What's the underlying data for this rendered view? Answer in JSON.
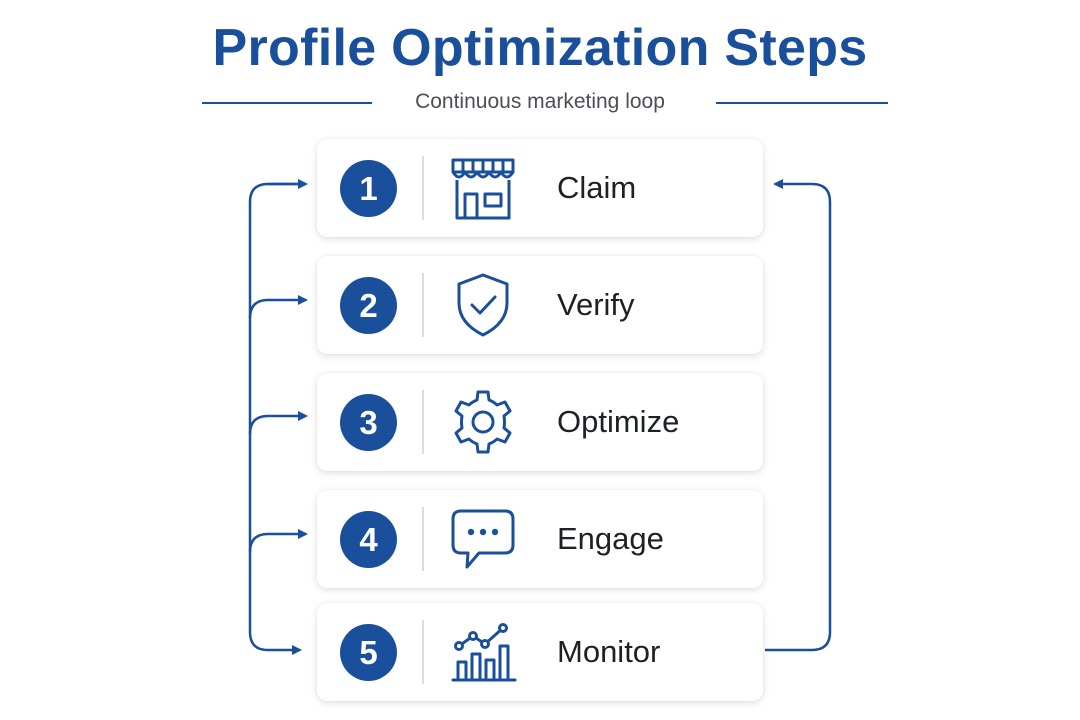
{
  "title": "Profile Optimization Steps",
  "subtitle": "Continuous marketing loop",
  "colors": {
    "accent": "#1a4f9c",
    "text": "#1d2126",
    "subtitle": "#4a4f57",
    "card_bg": "#ffffff"
  },
  "steps": [
    {
      "number": "1",
      "label": "Claim",
      "icon": "storefront-icon"
    },
    {
      "number": "2",
      "label": "Verify",
      "icon": "shield-check-icon"
    },
    {
      "number": "3",
      "label": "Optimize",
      "icon": "gear-icon"
    },
    {
      "number": "4",
      "label": "Engage",
      "icon": "chat-bubble-icon"
    },
    {
      "number": "5",
      "label": "Monitor",
      "icon": "growth-chart-icon"
    }
  ]
}
